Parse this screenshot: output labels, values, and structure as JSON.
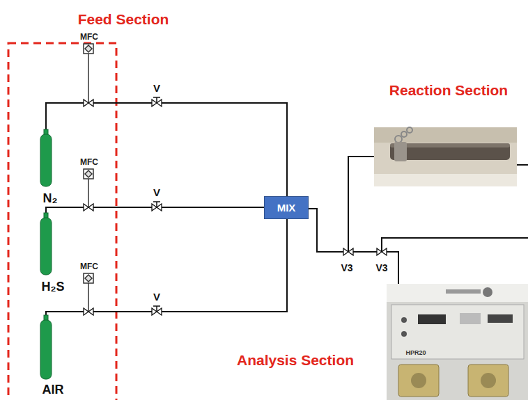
{
  "diagram": {
    "nodes": [
      {
        "text": [
          "MIX"
        ]
      }
    ],
    "labels": [
      "Feed Section",
      "MFC",
      "V",
      "Reaction Section",
      "MFC",
      "N₂",
      "V",
      "MFC",
      "H₂S",
      "V",
      "V3",
      "V3",
      "HPR20",
      "Analysis Section",
      "AIR"
    ]
  }
}
